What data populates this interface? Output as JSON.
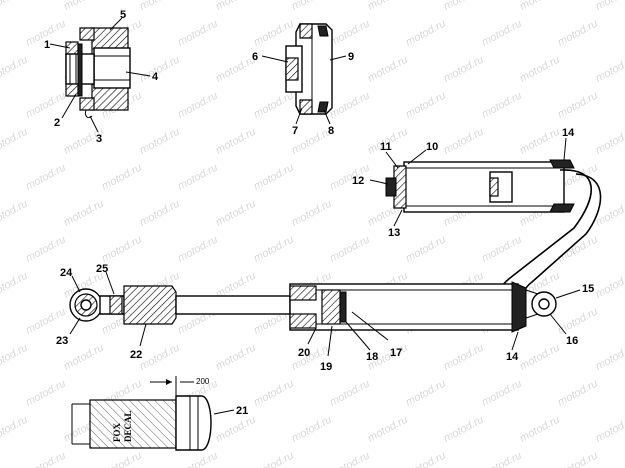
{
  "watermark": "motod.ru",
  "labels": {
    "p1": "1",
    "p2": "2",
    "p3": "3",
    "p4": "4",
    "p5": "5",
    "p6": "6",
    "p7": "7",
    "p8": "8",
    "p9": "9",
    "p10": "10",
    "p11": "11",
    "p12": "12",
    "p13": "13",
    "p14a": "14",
    "p14b": "14",
    "p15": "15",
    "p16": "16",
    "p17": "17",
    "p18": "18",
    "p19": "19",
    "p20": "20",
    "p21": "21",
    "p22": "22",
    "p23": "23",
    "p24": "24",
    "p25": "25"
  },
  "dimension": "200",
  "decal": {
    "line1": "FOX",
    "line2": "DECAL"
  }
}
